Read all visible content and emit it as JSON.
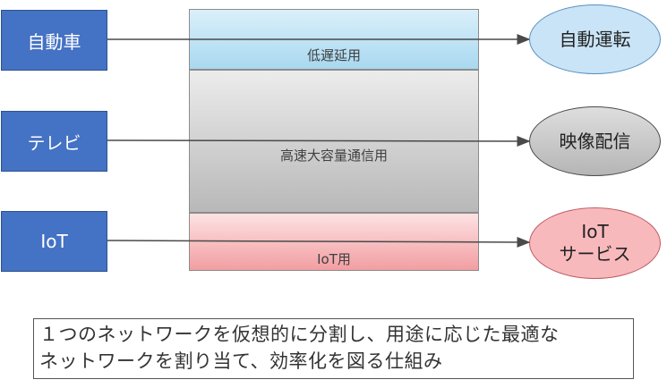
{
  "sources": [
    "自動車",
    "テレビ",
    "IoT"
  ],
  "slices": [
    "低遅延用",
    "高速大容量通信用",
    "IoT用"
  ],
  "destinations": [
    "自動運転",
    "映像配信",
    "IoT\nサービス"
  ],
  "summary": [
    "１つのネットワークを仮想的に分割し、用途に応じた最適な",
    "ネットワークを割り当て、効率化を図る仕組み"
  ],
  "colors": {
    "source_fill": "#4472c4",
    "slice_low_latency": "#bfe3f5",
    "slice_high_speed": "#c4c4c4",
    "slice_iot": "#f7b5b8",
    "dest_autonomous": "#c9e4f6",
    "dest_video": "#c6c6c6",
    "dest_iot": "#f8b9bd"
  }
}
